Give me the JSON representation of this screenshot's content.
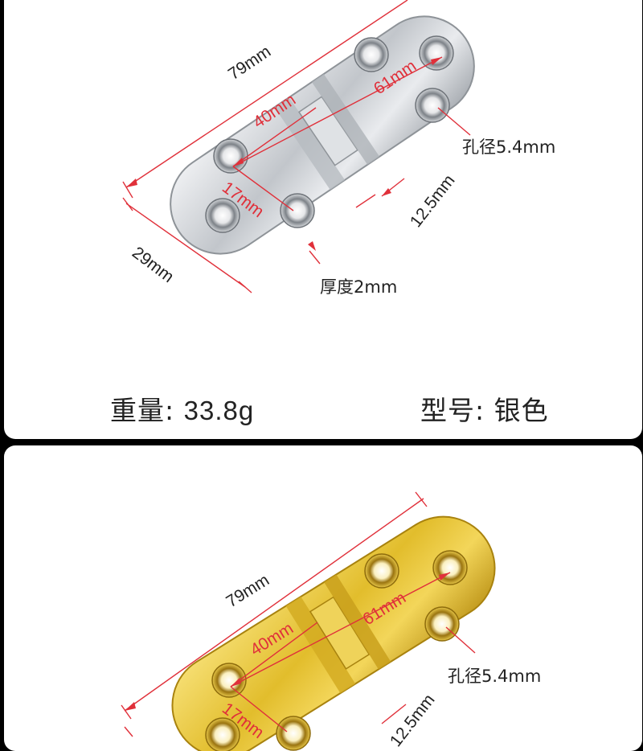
{
  "silver": {
    "dim_length": "79mm",
    "dim_hole_span": "61mm",
    "dim_leaf": "40mm",
    "dim_hole_offset": "17mm",
    "dim_width": "29mm",
    "dim_knuckle": "12.5mm",
    "hole_label": "孔径5.4mm",
    "thickness_label": "厚度2mm"
  },
  "specs": {
    "weight_label": "重量:",
    "weight_value": "33.8g",
    "model_label": "型号:",
    "model_value": "银色"
  },
  "gold": {
    "dim_length": "79mm",
    "dim_hole_span": "61mm",
    "dim_leaf": "40mm",
    "dim_hole_offset": "17mm",
    "dim_knuckle": "12.5mm",
    "hole_label": "孔径5.4mm"
  },
  "colors": {
    "dimension_red": "#e0303a",
    "silver_metal": "#c9ccd0",
    "gold_metal": "#e8c63a"
  }
}
